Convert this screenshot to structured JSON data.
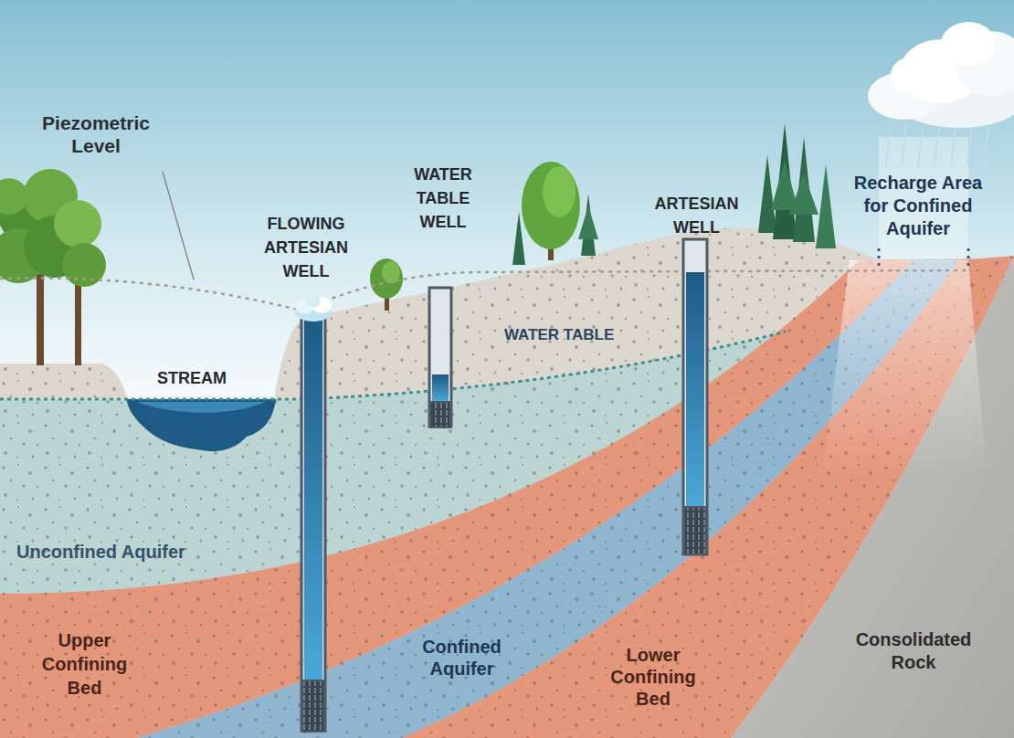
{
  "diagram": {
    "labels": [
      "Piezometric Level",
      "FLOWING ARTESIAN WELL",
      "WATER TABLE WELL",
      "ARTESIAN WELL",
      "Recharge Area for Confined Aquifer",
      "WATER TABLE",
      "STREAM",
      "Unconfined Aquifer",
      "Upper Confining Bed",
      "Confined Aquifer",
      "Lower Confining Bed",
      "Consolidated Rock"
    ]
  }
}
